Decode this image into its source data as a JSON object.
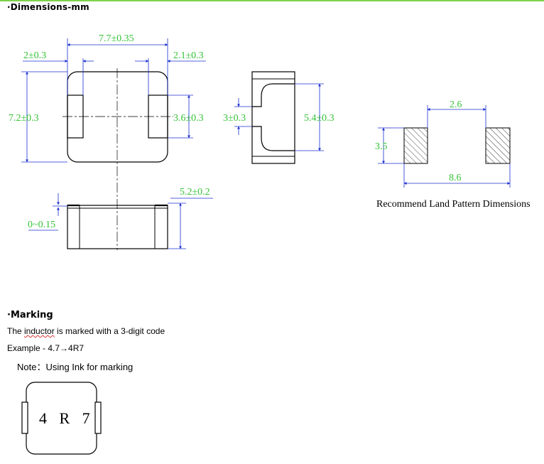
{
  "header": {
    "title": "·Dimensions-mm"
  },
  "top_view": {
    "length": "7.7±0.35",
    "left_terminal": "2±0.3",
    "right_terminal": "2.1±0.3",
    "height": "7.2±0.3",
    "pad_height": "3.6±0.3"
  },
  "side_view": {
    "terminal": "3±0.3",
    "width": "5.4±0.3"
  },
  "front_view": {
    "height": "5.2±0.2",
    "gap": "0~0.15"
  },
  "land_pattern": {
    "gap": "2.6",
    "pad_height": "3.5",
    "total": "8.6",
    "caption": "Recommend Land Pattern Dimensions"
  },
  "marking": {
    "heading": "·Marking",
    "desc_prefix": "The ",
    "desc_word": "inductor",
    "desc_suffix": " is marked with a 3-digit code",
    "example": "Example - 4.7→4R7",
    "note": "Note：Using Ink for marking",
    "code": "4 R 7"
  },
  "colors": {
    "dimension": "#35c236",
    "leader": "#1c2fcf",
    "header_rule": "#7fd14a"
  }
}
